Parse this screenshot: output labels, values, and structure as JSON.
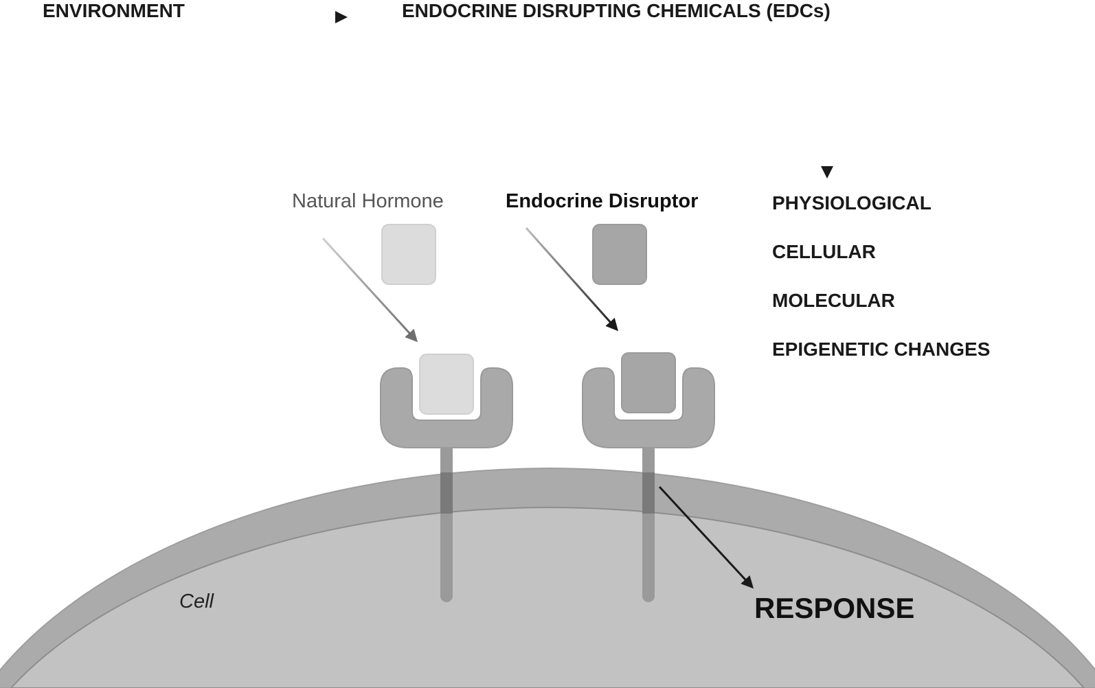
{
  "labels": {
    "environment": "ENVIRONMENT",
    "edcs": "ENDOCRINE DISRUPTING CHEMICALS (EDCs)",
    "natural_hormone": "Natural Hormone",
    "endocrine_disruptor": "Endocrine Disruptor",
    "cell": "Cell",
    "response": "RESPONSE"
  },
  "effects": [
    "PHYSIOLOGICAL",
    "CELLULAR",
    "MOLECULAR",
    "EPIGENETIC CHANGES"
  ],
  "colors": {
    "text": "#1a1a1a",
    "natural_hormone_fill": "#dcdcdc",
    "disruptor_fill": "#a6a6a6",
    "receptor_fill": "#a9a9a9",
    "cell_membrane": "#ababab",
    "cell_interior": "#c2c2c2",
    "arrow": "#1a1a1a"
  }
}
